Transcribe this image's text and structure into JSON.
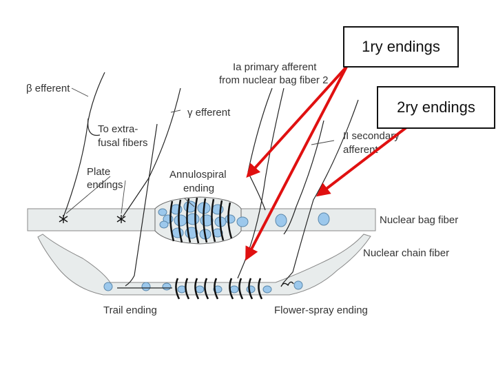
{
  "diagram": {
    "labels": {
      "beta_efferent": "β efferent",
      "to_extrafusal_1": "To extra-",
      "to_extrafusal_2": "fusal fibers",
      "gamma_efferent": "γ efferent",
      "plate_endings_1": "Plate",
      "plate_endings_2": "endings",
      "ia_primary_1": "Ia primary afferent",
      "ia_primary_2": "from nuclear bag fiber 2",
      "annulospiral_1": "Annulospiral",
      "annulospiral_2": "ending",
      "ii_secondary_1": "II secondary",
      "ii_secondary_2": "afferent",
      "nuclear_bag_fiber": "Nuclear bag fiber",
      "nuclear_chain_fiber": "Nuclear chain fiber",
      "trail_ending": "Trail ending",
      "flower_spray_ending": "Flower-spray ending"
    },
    "callouts": {
      "primary": "1ry  endings",
      "secondary": "2ry  endings"
    },
    "colors": {
      "arrow": "#e01010",
      "fiber": "#e8ecec",
      "nucleus": "#9cc8ec",
      "line": "#222222"
    }
  }
}
